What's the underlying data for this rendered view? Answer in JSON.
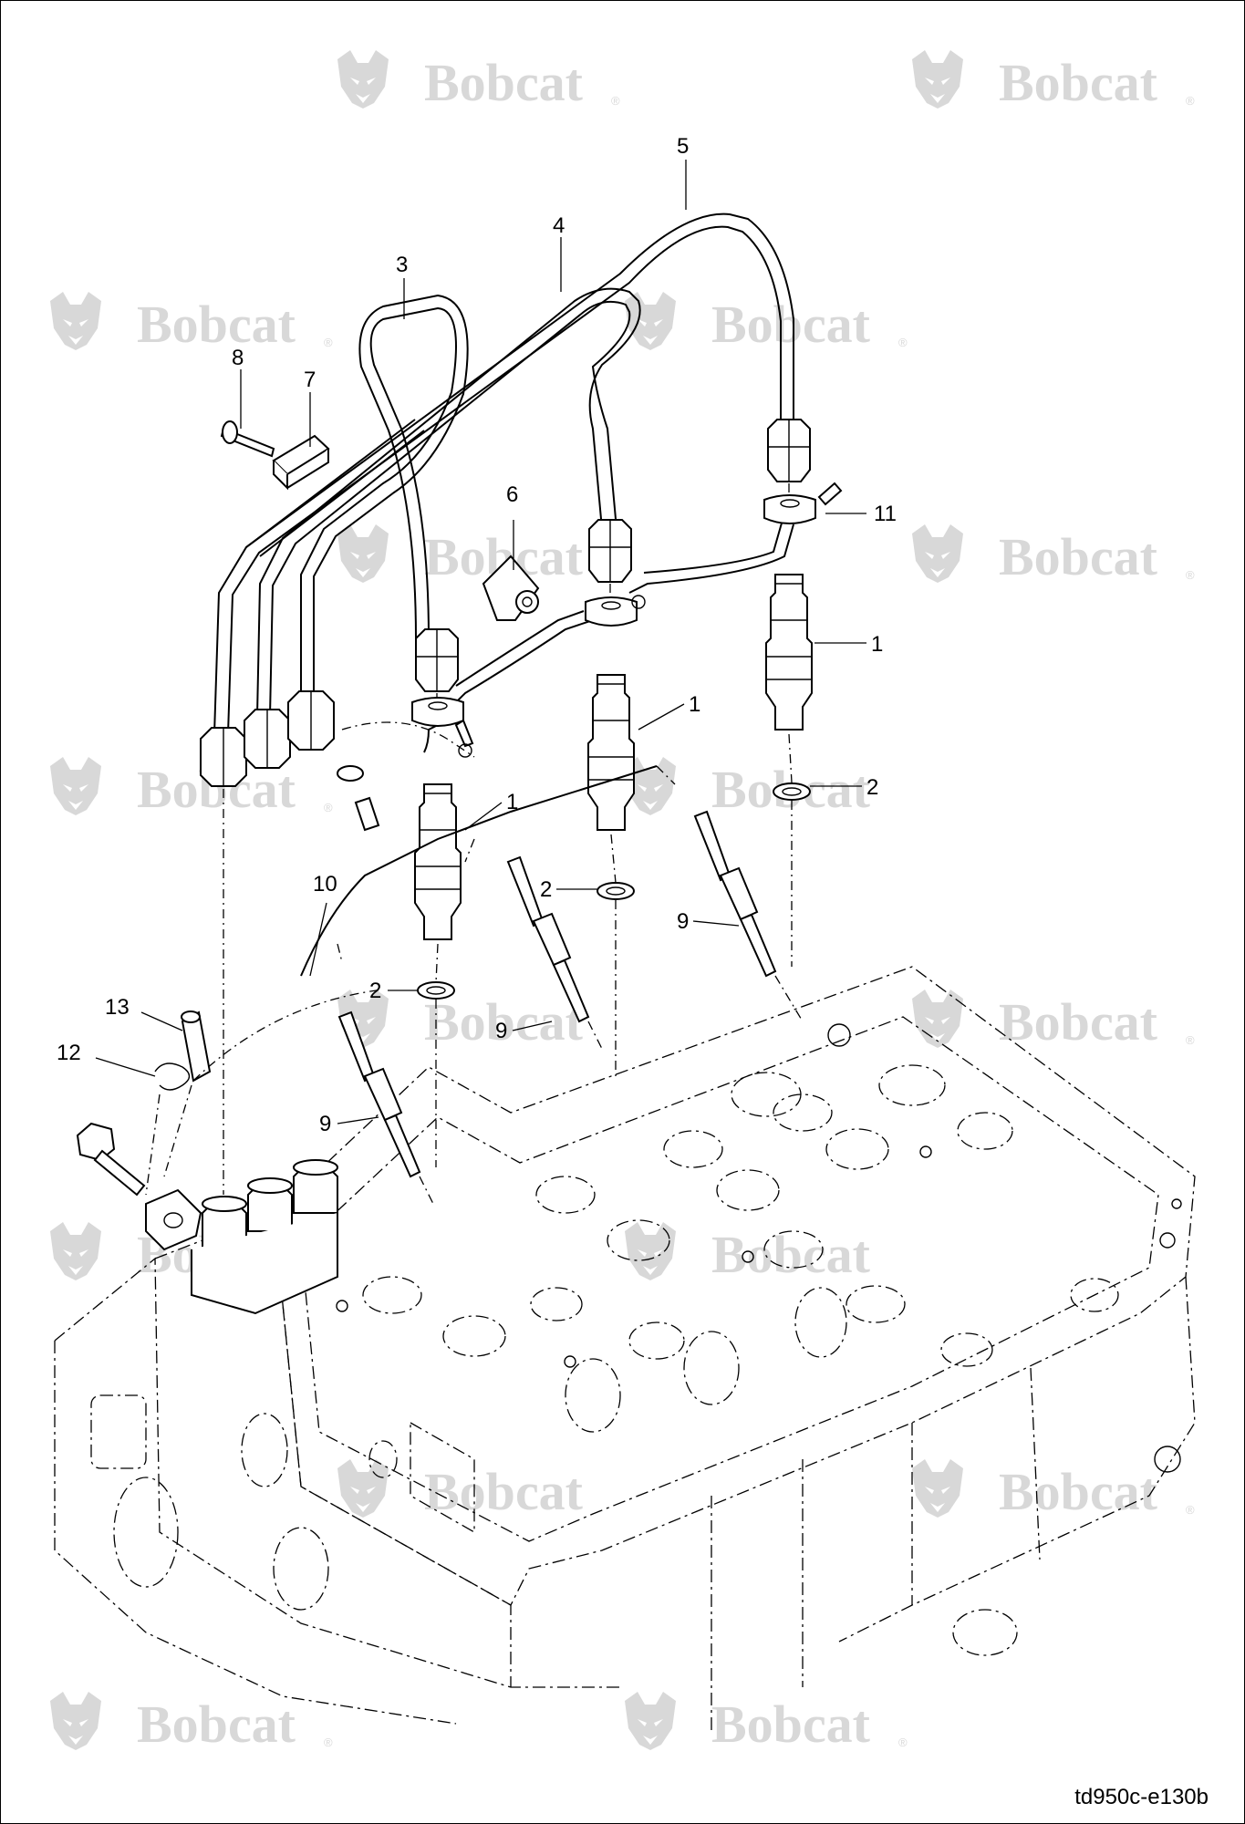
{
  "watermark": {
    "brand": "Bobcat",
    "icon": "bobcat-logo-icon",
    "color": "#d8d8d8"
  },
  "callouts": [
    {
      "id": "c5",
      "label": "5"
    },
    {
      "id": "c4",
      "label": "4"
    },
    {
      "id": "c3",
      "label": "3"
    },
    {
      "id": "c8",
      "label": "8"
    },
    {
      "id": "c7",
      "label": "7"
    },
    {
      "id": "c6",
      "label": "6"
    },
    {
      "id": "c11",
      "label": "11"
    },
    {
      "id": "c1a",
      "label": "1"
    },
    {
      "id": "c1b",
      "label": "1"
    },
    {
      "id": "c1c",
      "label": "1"
    },
    {
      "id": "c2a",
      "label": "2"
    },
    {
      "id": "c2b",
      "label": "2"
    },
    {
      "id": "c2c",
      "label": "2"
    },
    {
      "id": "c10",
      "label": "10"
    },
    {
      "id": "c9a",
      "label": "9"
    },
    {
      "id": "c9b",
      "label": "9"
    },
    {
      "id": "c9c",
      "label": "9"
    },
    {
      "id": "c13",
      "label": "13"
    },
    {
      "id": "c12",
      "label": "12"
    }
  ],
  "drawing_reference": "td950c-e130b"
}
